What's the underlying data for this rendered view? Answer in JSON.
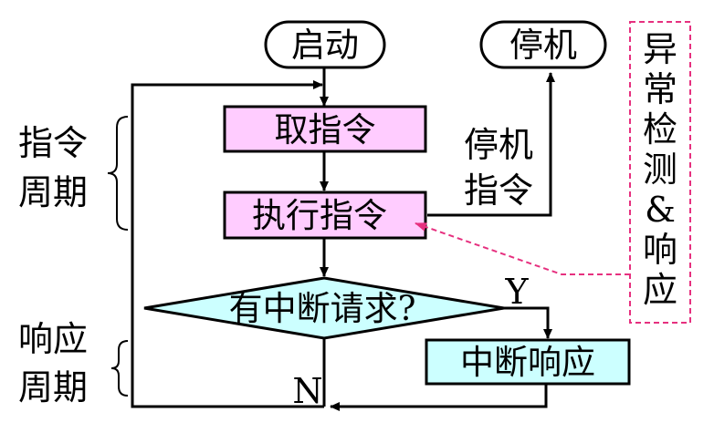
{
  "colors": {
    "process_fill": "#ffccff",
    "decision_fill": "#ccffff",
    "response_fill": "#ccffff",
    "terminal_fill": "#ffffff",
    "line": "#000000",
    "note_border": "#e6307f",
    "note_arrow": "#e6307f"
  },
  "nodes": {
    "start": "启动",
    "stop": "停机",
    "fetch": "取指令",
    "execute": "执行指令",
    "decision": "有中断请求?",
    "response": "中断响应"
  },
  "edges": {
    "halt_label_line1": "停机",
    "halt_label_line2": "指令",
    "yes": "Y",
    "no": "N"
  },
  "side_labels": {
    "instruction_cycle_line1": "指令",
    "instruction_cycle_line2": "周期",
    "response_cycle_line1": "响应",
    "response_cycle_line2": "周期"
  },
  "note": {
    "chars": [
      "异",
      "常",
      "检",
      "测",
      "&",
      "响",
      "应"
    ]
  }
}
